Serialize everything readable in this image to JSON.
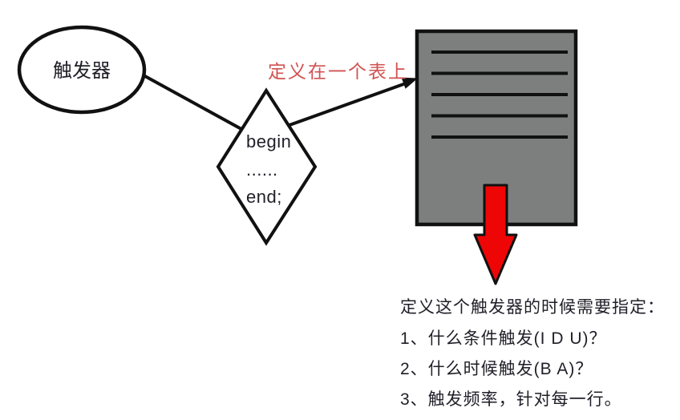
{
  "diagram": {
    "ellipse": {
      "label": "触发器"
    },
    "diamond": {
      "lines": {
        "0": "begin",
        "1": "......",
        "2": "end;"
      }
    },
    "connector": {
      "label": "定义在一个表上"
    },
    "notes": {
      "heading": "定义这个触发器的时候需要指定：",
      "items": {
        "0": "1、什么条件触发(I D U)？",
        "1": "2、什么时候触发(B A)？",
        "2": "3、触发频率，针对每一行。"
      }
    },
    "icons": {
      "table": "table-icon",
      "down_arrow": "down-arrow-icon"
    },
    "colors": {
      "background": "#ffffff",
      "outline": "#111111",
      "table_fill": "#7d7f7f",
      "arrow_red": "#ee0505",
      "label_red": "#d25252",
      "text_dark": "#1f1f28"
    }
  }
}
